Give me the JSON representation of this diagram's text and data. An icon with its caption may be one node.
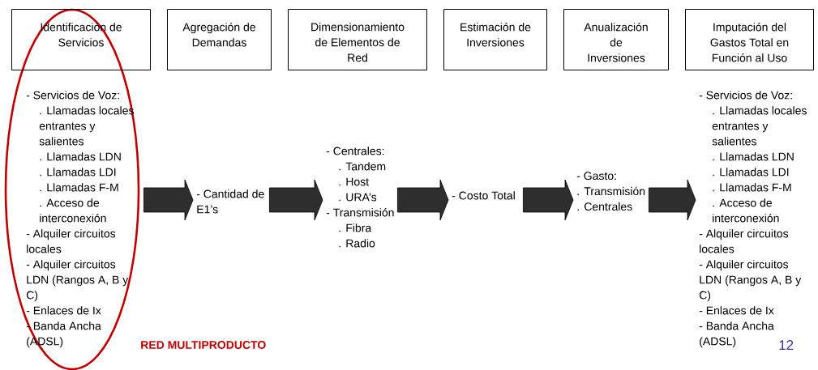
{
  "diagram": {
    "nodes": [
      {
        "text": [
          "Identificación de Servicios"
        ]
      },
      {
        "text": [
          "Agregación de Demandas"
        ]
      },
      {
        "text": [
          "Dimensionamiento de Elementos de Red"
        ]
      },
      {
        "text": [
          "Estimación de Inversiones"
        ]
      },
      {
        "text": [
          "Anualización de Inversiones"
        ]
      },
      {
        "text": [
          "Imputación del Gastos Total en Función al Uso"
        ]
      },
      {
        "text": [
          "- Servicios de Voz:",
          ". Llamadas locales entrantes y salientes",
          ". Llamadas LDN",
          ". Llamadas LDI",
          ". Llamadas F-M",
          ". Acceso de interconexión",
          "- Alquiler circuitos locales",
          "- Alquiler circuitos LDN (Rangos A, B y C)",
          "- Enlaces de Ix",
          "- Banda Ancha (ADSL)"
        ]
      },
      {
        "text": [
          "- Cantidad de E1’s"
        ]
      },
      {
        "text": [
          "- Centrales:",
          ". Tandem",
          ". Host",
          ". URA’s",
          "- Transmisión",
          ". Fibra",
          ". Radio"
        ]
      },
      {
        "text": [
          "- Costo Total"
        ]
      },
      {
        "text": [
          "- Gasto:",
          ". Transmisión",
          ". Centrales"
        ]
      },
      {
        "text": [
          "- Servicios de Voz:",
          ". Llamadas locales entrantes y salientes",
          ". Llamadas LDN",
          ". Llamadas LDI",
          ". Llamadas F-M",
          ". Acceso de interconexión",
          "- Alquiler circuitos locales",
          "- Alquiler circuitos LDN (Rangos A, B y C)",
          "- Enlaces de Ix",
          "- Banda Ancha (ADSL)"
        ]
      }
    ],
    "edges": [
      {
        "from": 6,
        "to": 7,
        "arrow": "to"
      },
      {
        "from": 7,
        "to": 8,
        "arrow": "to"
      },
      {
        "from": 8,
        "to": 9,
        "arrow": "to"
      },
      {
        "from": 9,
        "to": 10,
        "arrow": "to"
      },
      {
        "from": 10,
        "to": 11,
        "arrow": "to"
      }
    ],
    "labels": [
      "RED MULTIPRODUCTO",
      "12"
    ]
  }
}
